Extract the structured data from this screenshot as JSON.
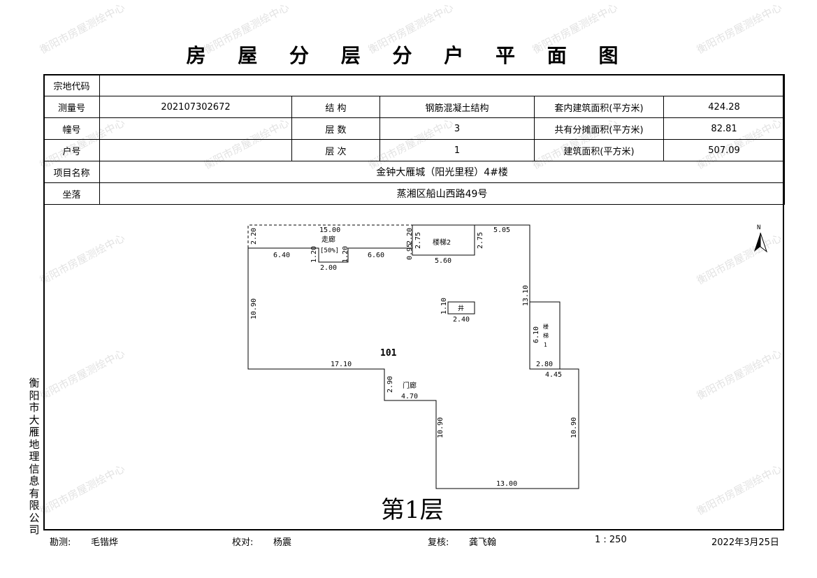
{
  "title": "房 屋 分 层 分 户 平 面 图",
  "info": {
    "parcel_code_label": "宗地代码",
    "parcel_code_value": "",
    "survey_no_label": "测量号",
    "survey_no_value": "202107302672",
    "structure_label": "结  构",
    "structure_value": "钢筋混凝土结构",
    "inner_area_label": "套内建筑面积(平方米)",
    "inner_area_value": "424.28",
    "building_no_label": "幢号",
    "building_no_value": "",
    "floors_label": "层  数",
    "floors_value": "3",
    "shared_area_label": "共有分摊面积(平方米)",
    "shared_area_value": "82.81",
    "unit_no_label": "户号",
    "unit_no_value": "",
    "floor_level_label": "层  次",
    "floor_level_value": "1",
    "building_area_label": "建筑面积(平方米)",
    "building_area_value": "507.09",
    "project_label": "项目名称",
    "project_value": "金钟大雁城（阳光里程）4#楼",
    "location_label": "坐落",
    "location_value": "蒸湘区船山西路49号"
  },
  "plan": {
    "room_label": "101",
    "floor_caption": "第1层",
    "north": "N",
    "corridor_label": "走廊",
    "corridor_share": "[50%]",
    "stair2_label": "楼梯2",
    "stair1_label_1": "楼",
    "stair1_label_2": "梯",
    "stair1_label_3": "1",
    "well_label": "井",
    "porch_label": "门廊",
    "dims": {
      "d1500": "15.00",
      "d220a": "2.20",
      "d220b": "2.20",
      "d640": "6.40",
      "d120a": "1.20",
      "d120b": "1.20",
      "d200": "2.00",
      "d660": "6.60",
      "d095": "0.95",
      "d275a": "2.75",
      "d275b": "2.75",
      "d505": "5.05",
      "d560": "5.60",
      "d1090a": "10.90",
      "d110": "1.10",
      "d240": "2.40",
      "d1310": "13.10",
      "d610": "6.10",
      "d280": "2.80",
      "d445": "4.45",
      "d1710": "17.10",
      "d290": "2.90",
      "d470": "4.70",
      "d1090b": "10.90",
      "d1090c": "10.90",
      "d1300": "13.00"
    }
  },
  "company": "衡阳市大雁地理信息有限公司",
  "watermark": "衡阳市房屋测绘中心",
  "footer": {
    "survey_label": "勘测:",
    "survey_name": "毛锴烨",
    "check_label": "校对:",
    "check_name": "杨震",
    "review_label": "复核:",
    "review_name": "龚飞翰",
    "scale": "1 : 250",
    "date": "2022年3月25日"
  }
}
